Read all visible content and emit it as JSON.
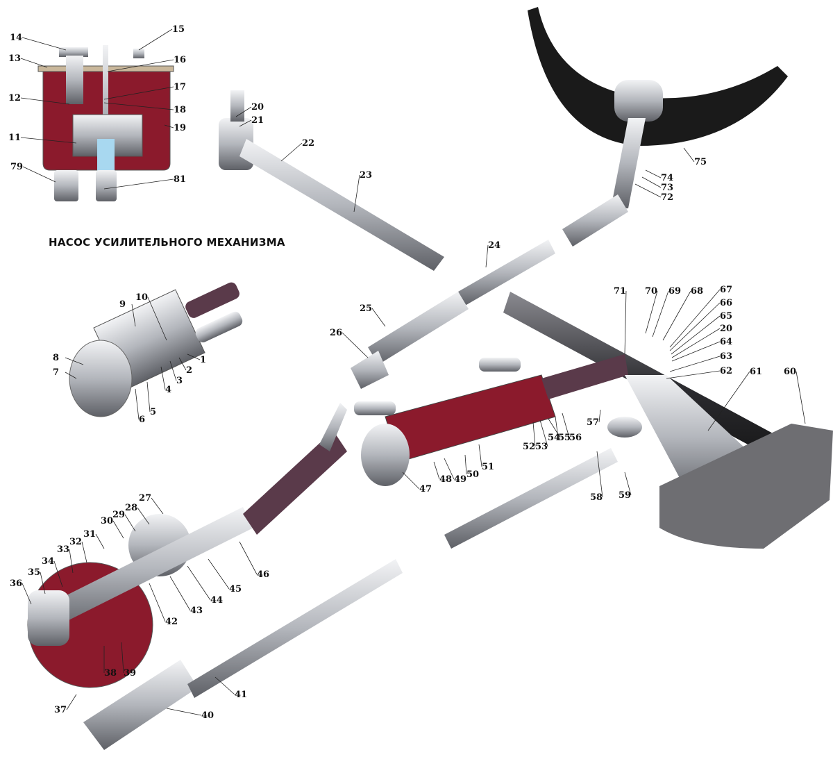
{
  "pump_caption": "НАСОС УСИЛИТЕЛЬНОГО МЕХАНИЗМА",
  "colors": {
    "housing_red": "#8b1a2c",
    "metal": "#b9bcc2",
    "dark_metal": "#3a3a3e",
    "seal_blue": "#a8d8f0",
    "boot": "#5a3a4a"
  },
  "callouts": [
    "14",
    "15",
    "13",
    "16",
    "17",
    "12",
    "18",
    "19",
    "11",
    "79",
    "81",
    "20",
    "21",
    "22",
    "23",
    "24",
    "25",
    "26",
    "9",
    "10",
    "8",
    "7",
    "1",
    "2",
    "3",
    "4",
    "5",
    "6",
    "71",
    "70",
    "69",
    "68",
    "67",
    "66",
    "65",
    "20",
    "64",
    "63",
    "62",
    "61",
    "60",
    "75",
    "74",
    "73",
    "72",
    "57",
    "56",
    "55",
    "54",
    "53",
    "52",
    "51",
    "50",
    "49",
    "48",
    "47",
    "58",
    "59",
    "27",
    "28",
    "29",
    "30",
    "31",
    "32",
    "33",
    "34",
    "35",
    "36",
    "42",
    "43",
    "44",
    "45",
    "46",
    "38",
    "39",
    "37",
    "40",
    "41"
  ]
}
